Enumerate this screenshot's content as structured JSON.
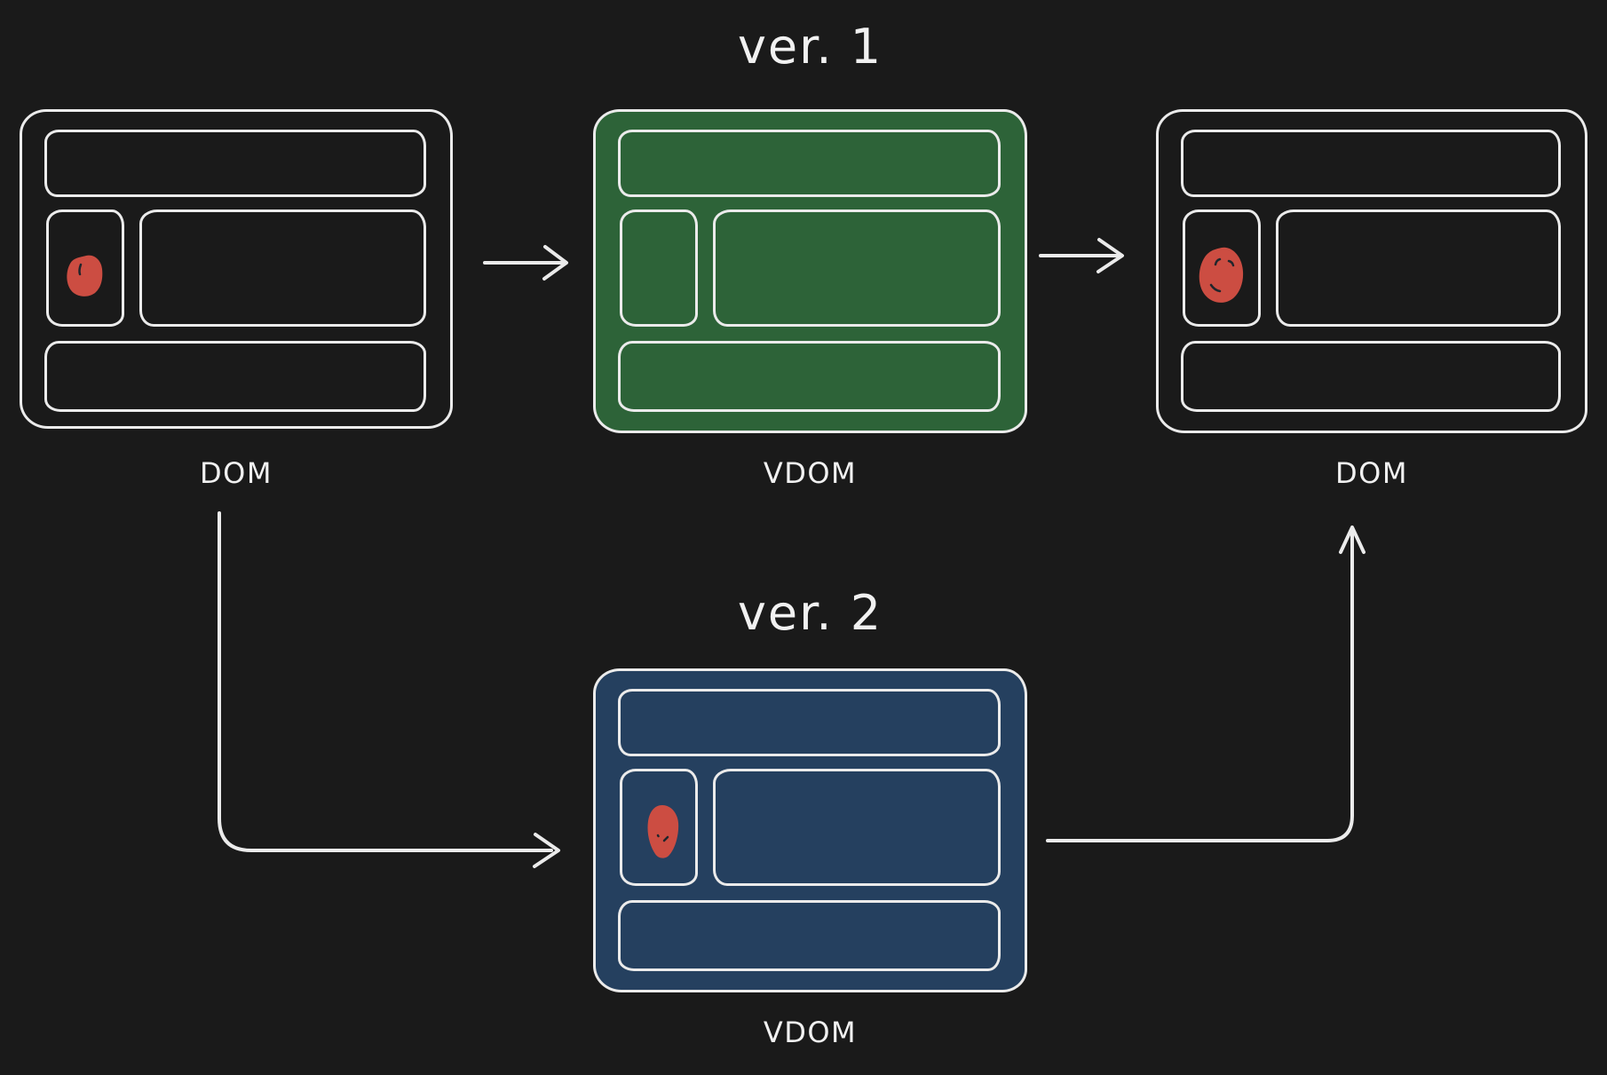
{
  "diagram": {
    "title_v1": "ver. 1",
    "title_v2": "ver. 2",
    "cards": {
      "dom_before": {
        "label": "DOM"
      },
      "vdom_v1": {
        "label": "VDOM"
      },
      "dom_after": {
        "label": "DOM"
      },
      "vdom_v2": {
        "label": "VDOM"
      }
    },
    "icons": {
      "blob": "red-component-blob"
    }
  },
  "colors": {
    "background": "#1a1a1a",
    "stroke": "#ebebeb",
    "text": "#f1f1f1",
    "vdom_v1_fill": "#2d6338",
    "vdom_v2_fill": "#25405f",
    "component_red": "#cc4d42",
    "blob_mark": "#20262c"
  }
}
